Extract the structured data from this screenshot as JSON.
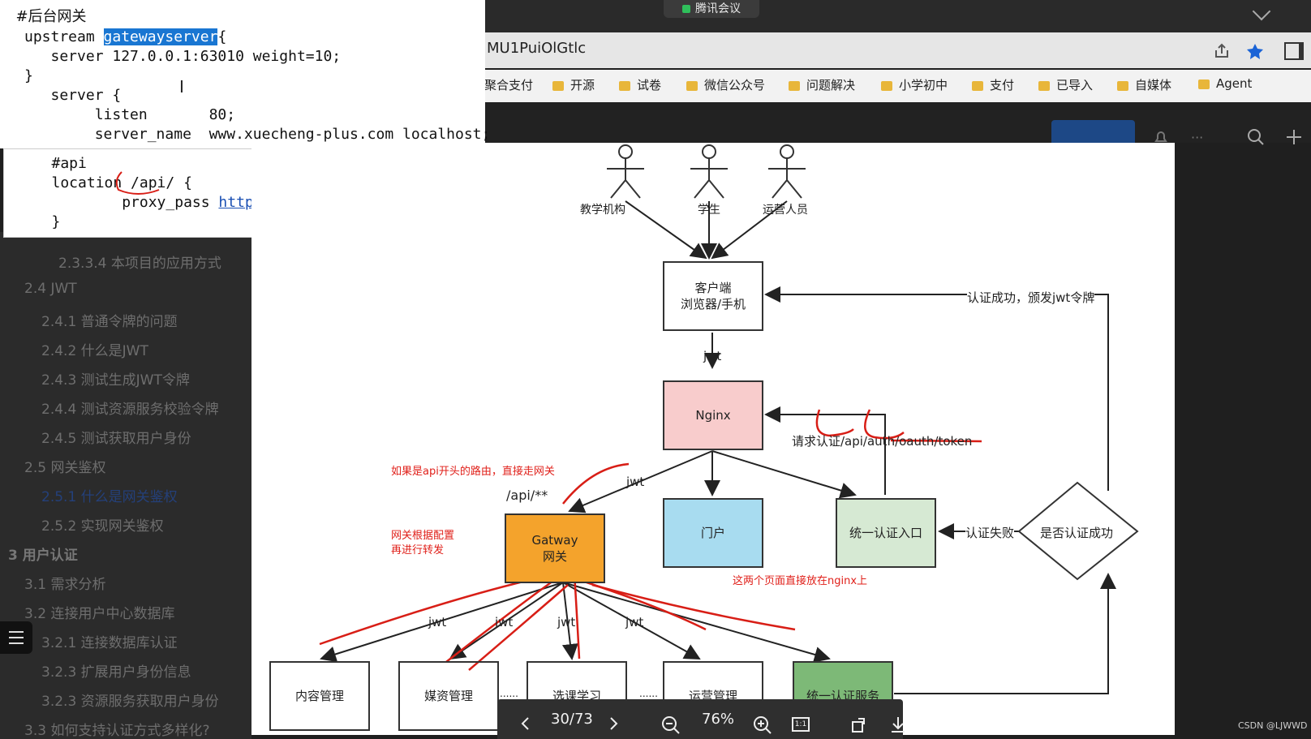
{
  "meeting": {
    "title": "腾讯会议"
  },
  "browser": {
    "address": "MU1PuiOlGtlc",
    "bookmarks": [
      "聚合支付",
      "开源",
      "试卷",
      "微信公众号",
      "问题解决",
      "小学初中",
      "支付",
      "已导入",
      "自媒体",
      "Agent"
    ]
  },
  "code_panel": {
    "lines": [
      "  #后台网关",
      "upstream ",
      "gatewayserver",
      "{",
      "   server 127.0.0.1:63010 weight=10;",
      "}",
      "   server {",
      "        listen       80;",
      "        server_name  www.xuecheng-plus.com localhost;",
      "   #api",
      "   location /api/ {",
      "           proxy_pass ",
      "http://gatewayserver/",
      ";",
      "   }"
    ]
  },
  "toc": {
    "items": [
      "2.3.3.4 本项目的应用方式",
      "2.4 JWT",
      "2.4.1 普通令牌的问题",
      "2.4.2 什么是JWT",
      "2.4.3 测试生成JWT令牌",
      "2.4.4 测试资源服务校验令牌",
      "2.4.5 测试获取用户身份",
      "2.5 网关鉴权",
      "2.5.1 什么是网关鉴权",
      "2.5.2 实现网关鉴权",
      "3 用户认证",
      "3.1 需求分析",
      "3.2 连接用户中心数据库",
      "3.2.1 连接数据库认证",
      "3.2.3 扩展用户身份信息",
      "3.2.3 资源服务获取用户身份",
      "3.3 如何支持认证方式多样化?"
    ]
  },
  "diagram": {
    "actors": [
      "教学机构",
      "学生",
      "运营人员"
    ],
    "client": "客户端\n浏览器/手机",
    "nginx": "Nginx",
    "portal": "门户",
    "auth_entry": "统一认证入口",
    "gateway": "Gatway\n网关",
    "decision": "是否认证成功",
    "services": [
      "内容管理",
      "媒资管理",
      "选课学习",
      "运营管理",
      "统一认证服务"
    ],
    "edge_labels": {
      "jwt": "jwt",
      "auth_success": "认证成功，颁发jwt令牌",
      "auth_fail": "认证失败",
      "request_auth": "请求认证/api/auth/oauth/token",
      "api_route": "/api/**",
      "dots": "......"
    },
    "notes": {
      "api_note": "如果是api开头的路由，直接走网关",
      "gateway_note": "网关根据配置\n再进行转发",
      "nginx_note": "这两个页面直接放在nginx上"
    }
  },
  "viewer": {
    "page": "30/73",
    "zoom": "76%"
  },
  "watermark": "CSDN @LJWWD"
}
